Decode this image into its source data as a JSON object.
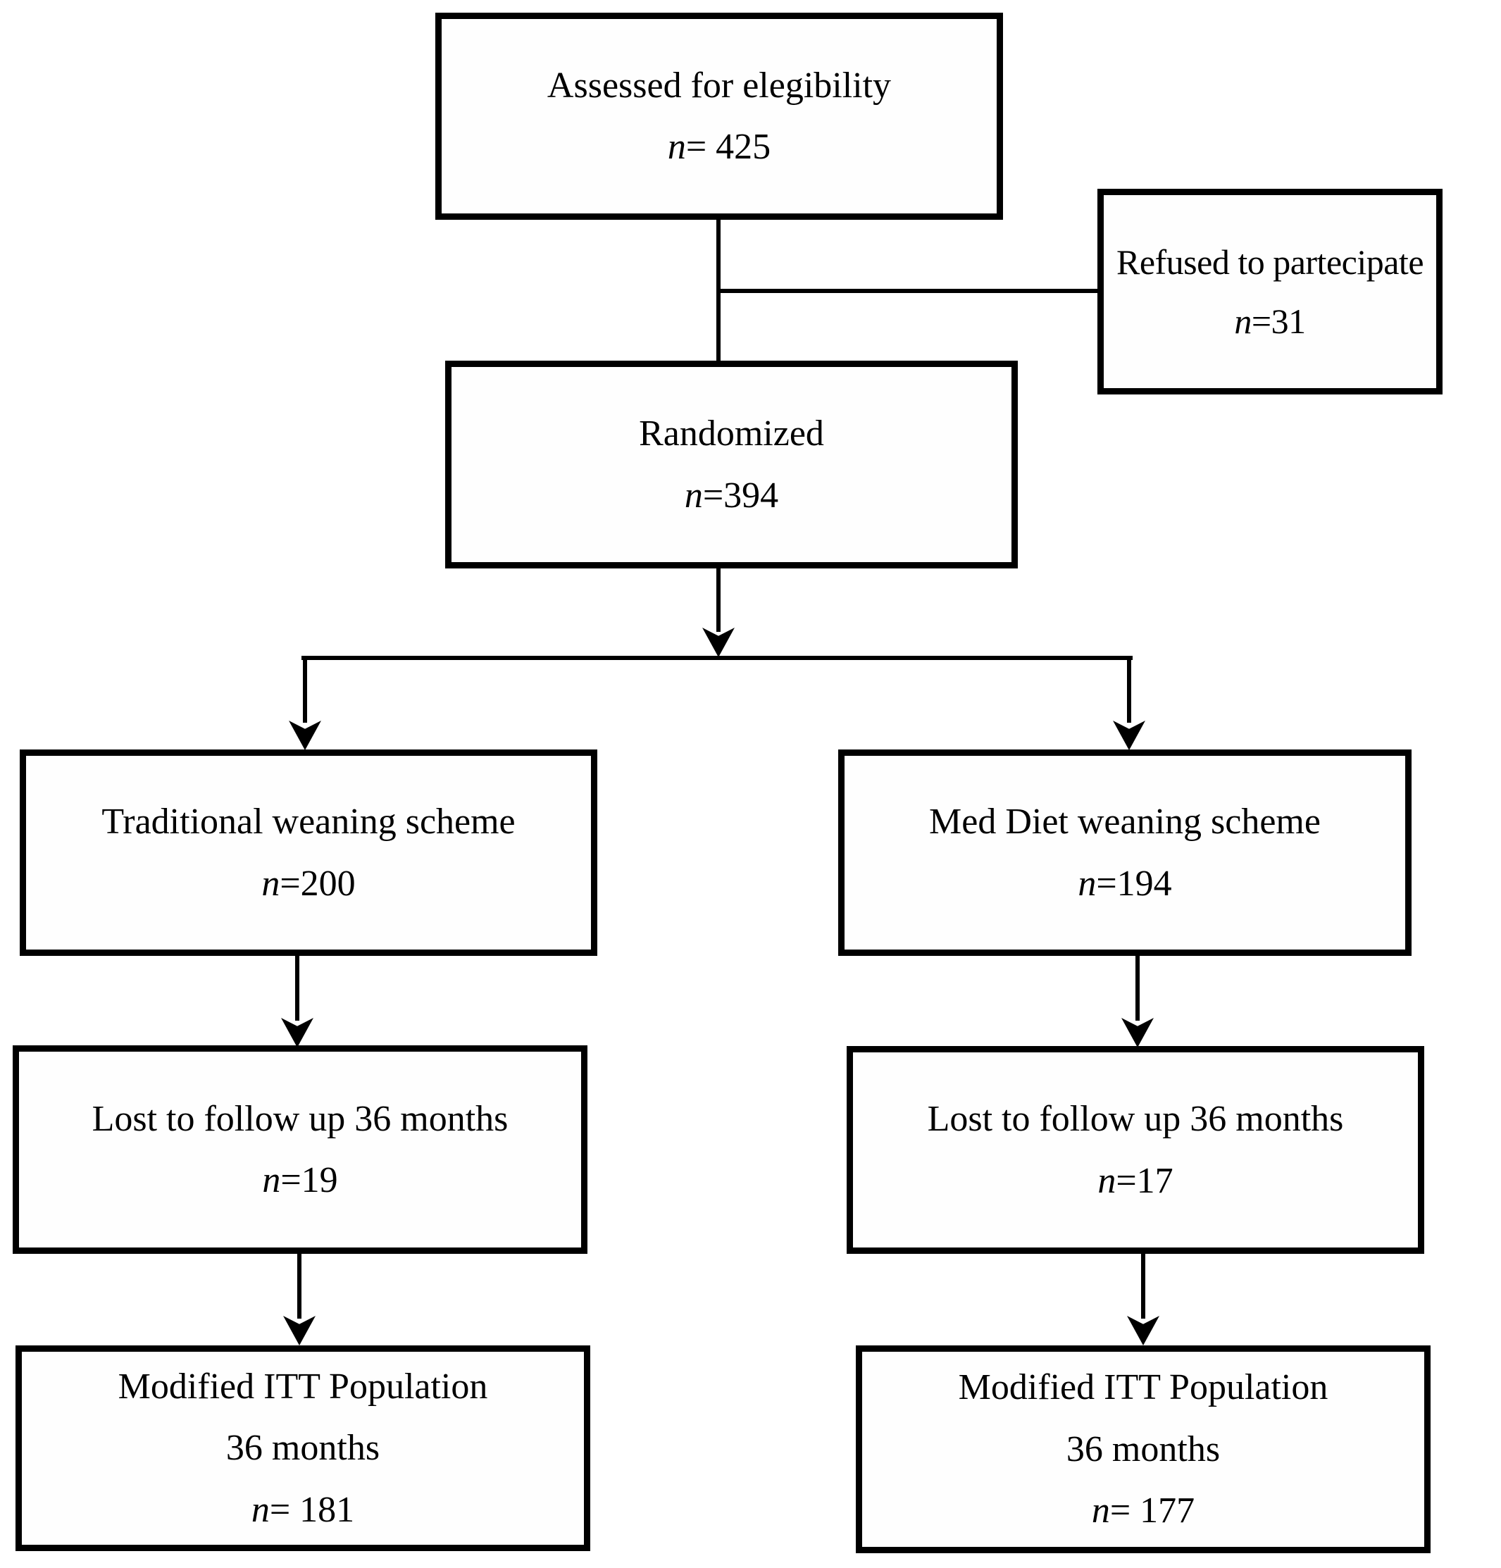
{
  "diagram": {
    "type": "flowchart",
    "background_color": "#ffffff",
    "line_color": "#000000",
    "boxes": {
      "assessed": {
        "line1": "Assessed for elegibility",
        "n": "n= 425"
      },
      "refused": {
        "line1": "Refused to partecipate",
        "n": "n=31"
      },
      "randomized": {
        "line1": "Randomized",
        "n": "n=394"
      },
      "traditional": {
        "line1": "Traditional weaning scheme",
        "n": "n=200"
      },
      "med_diet": {
        "line1": "Med Diet weaning scheme",
        "n": "n=194"
      },
      "lost_traditional": {
        "line1": "Lost to follow up 36 months",
        "n": "n=19"
      },
      "lost_med_diet": {
        "line1": "Lost to follow up 36 months",
        "n": "n=17"
      },
      "mitt_traditional": {
        "line1": "Modified ITT Population",
        "line2": "36 months",
        "n": "n= 181"
      },
      "mitt_med_diet": {
        "line1": "Modified ITT Population",
        "line2": "36 months",
        "n": "n= 177"
      }
    }
  }
}
